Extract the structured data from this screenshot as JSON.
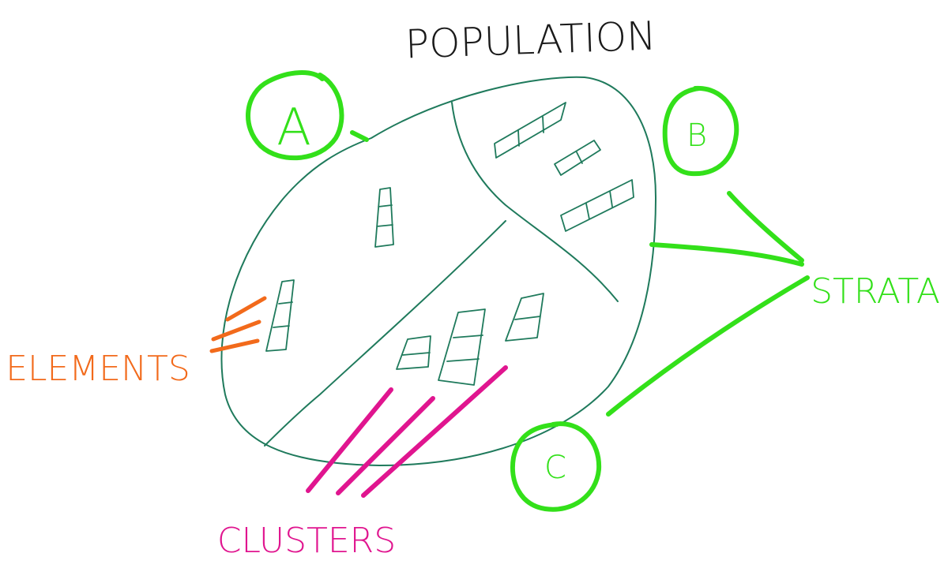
{
  "title": "POPULATION",
  "strata": {
    "label": "STRATA",
    "items": [
      {
        "label": "A"
      },
      {
        "label": "B"
      },
      {
        "label": "C"
      }
    ]
  },
  "elements_label": "ELEMENTS",
  "clusters_label": "CLUSTERS",
  "colors": {
    "ink_black": "#1a1a1a",
    "population_teal": "#1f7a5c",
    "strata_green": "#33e01a",
    "elements_orange": "#f26a1b",
    "clusters_magenta": "#e0158f"
  }
}
